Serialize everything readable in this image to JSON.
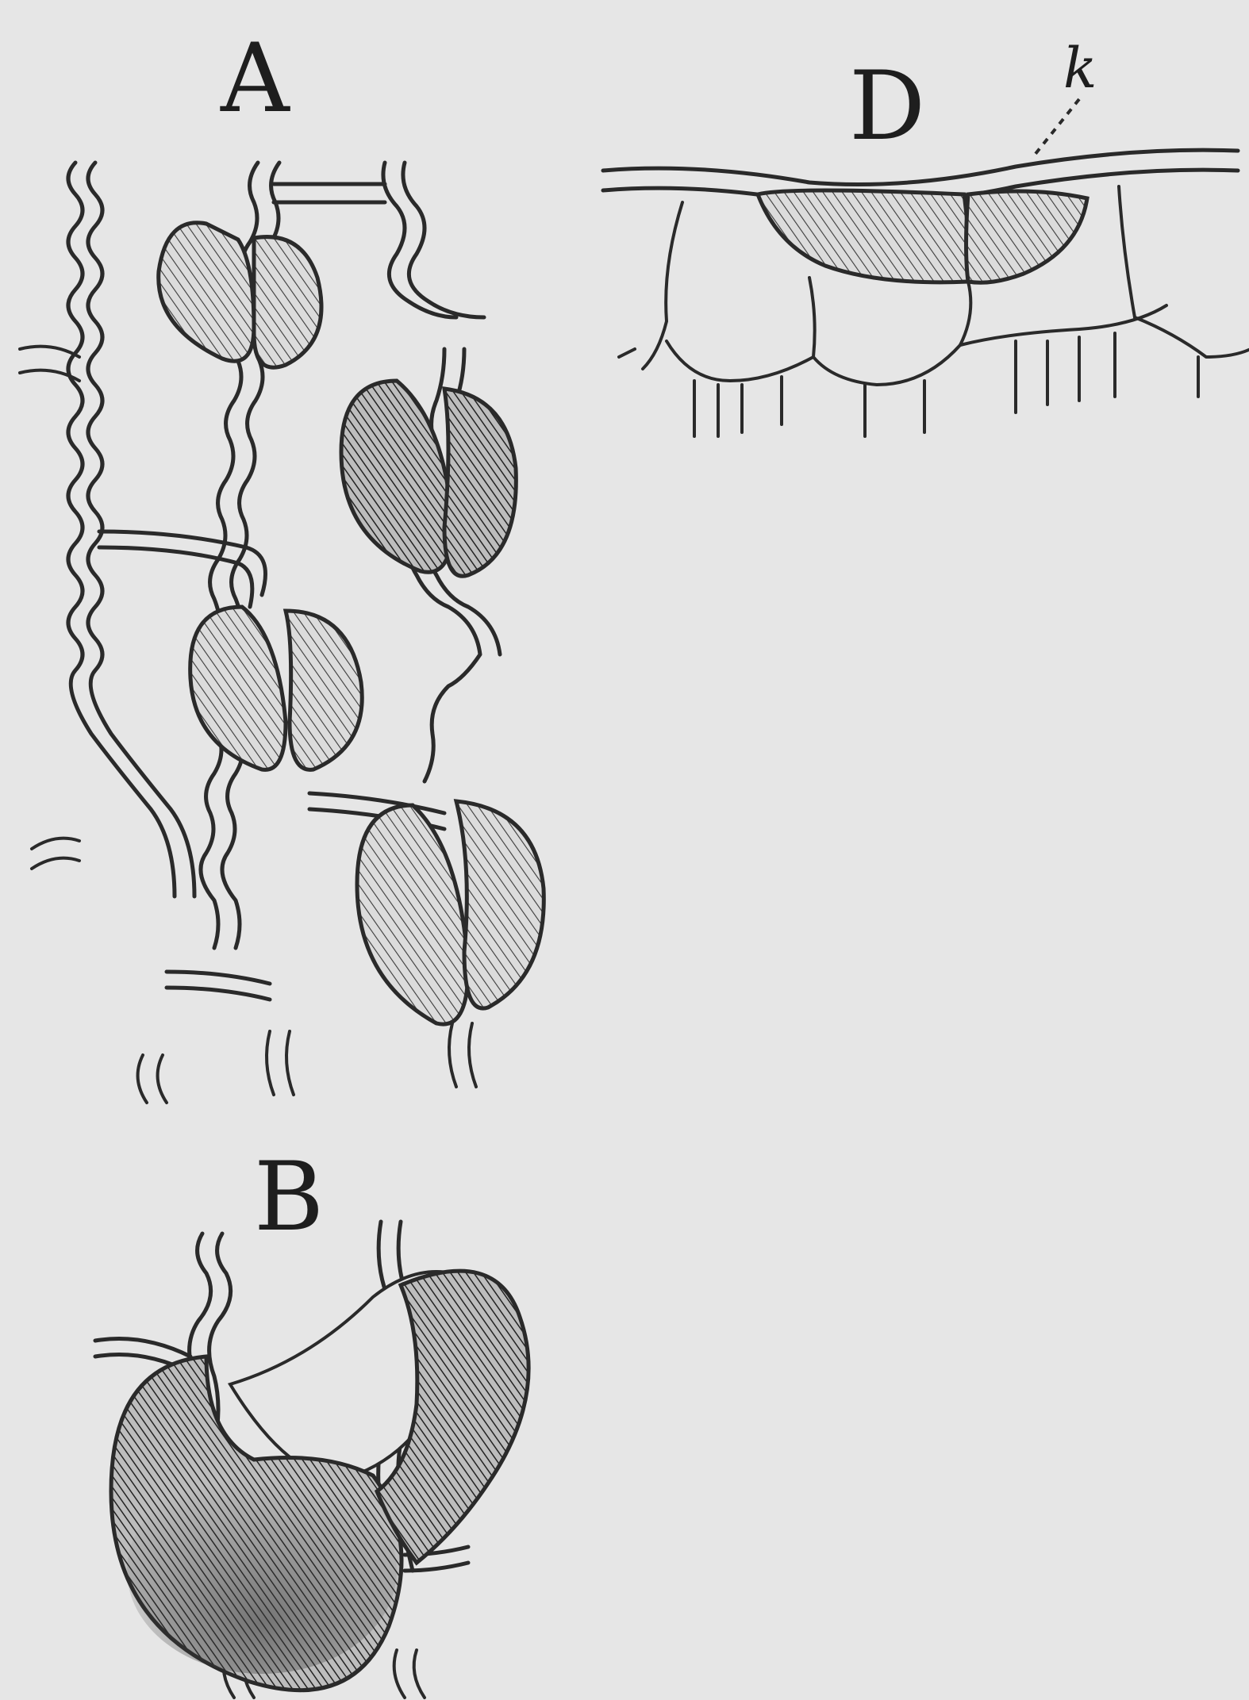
{
  "figure": {
    "panels": {
      "A": {
        "label": "A"
      },
      "B": {
        "label": "B"
      },
      "D": {
        "label": "D",
        "annotation": "k"
      }
    }
  }
}
